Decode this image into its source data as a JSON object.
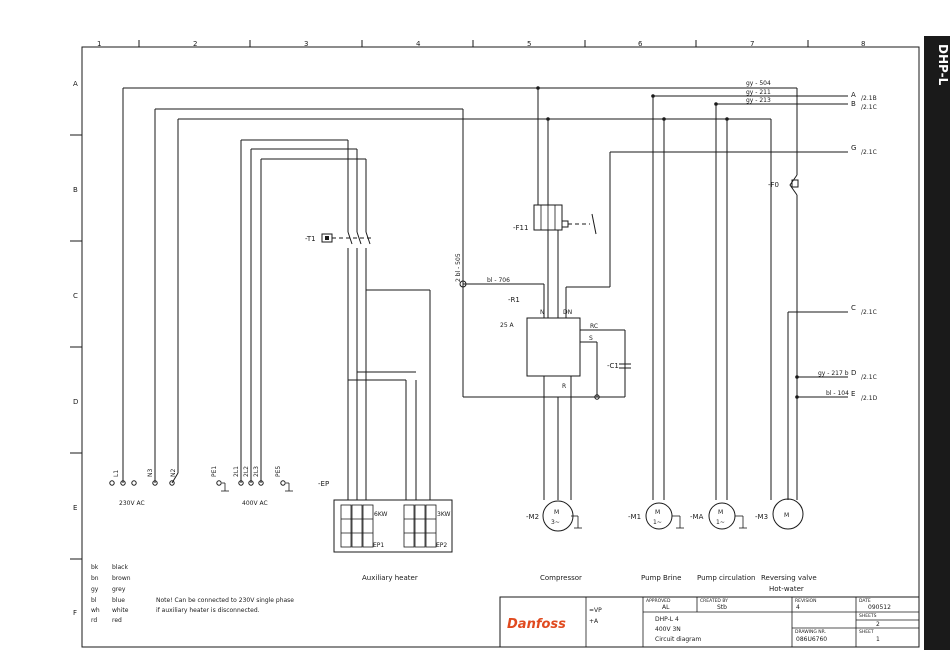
{
  "side_tab": "DHP-L",
  "grid": {
    "columns": [
      "1",
      "2",
      "3",
      "4",
      "5",
      "6",
      "7",
      "8"
    ],
    "rows": [
      "A",
      "B",
      "C",
      "D",
      "E",
      "F"
    ]
  },
  "components": {
    "T1": "-T1",
    "F11": "-F11",
    "F0": "-F0",
    "R1": "-R1",
    "C1": "-C1",
    "EP": "-EP",
    "M2": "-M2",
    "M1": "-M1",
    "MA": "-MA",
    "M3": "-M3",
    "rating": "25 A",
    "RC": "RC",
    "S": "S",
    "R": "R",
    "N": "N",
    "L1": "L1",
    "DN": "DN",
    "6kw": "6KW",
    "3kw": "3KW",
    "EP1": "EP1",
    "EP2": "EP2"
  },
  "references": {
    "A": "A",
    "A_ref": "/2.1B",
    "B": "B",
    "B_ref": "/2.1C",
    "G": "G",
    "G_ref": "/2.1C",
    "C": "C",
    "C_ref": "/2.1C",
    "D": "D",
    "D_ref": "/2.1C",
    "E": "E",
    "E_ref": "/2.1D"
  },
  "wires": {
    "gy504": "gy - 504",
    "gy211": "gy - 211",
    "gy213": "gy - 213",
    "bl706": "bl - 706",
    "bl505": "2  bl - 505",
    "gy217b": "gy - 217 b",
    "bl104": "bl - 104"
  },
  "supply": {
    "v230": "230V  AC",
    "v400": "400V  AC",
    "L1": "L1",
    "N3": "N3",
    "N2": "N2",
    "PE1": "PE1",
    "2L1": "2L1",
    "2L2": "2L2",
    "2L3": "2L3",
    "PE5": "PE5"
  },
  "sections": {
    "aux": "Auxiliary heater",
    "compressor": "Compressor",
    "brine": "Pump Brine",
    "circ": "Pump circulation",
    "valve": "Reversing valve",
    "valve2": "Hot-water"
  },
  "legend": [
    {
      "code": "bk",
      "name": "black"
    },
    {
      "code": "bn",
      "name": "brown"
    },
    {
      "code": "gy",
      "name": "grey"
    },
    {
      "code": "bl",
      "name": "blue"
    },
    {
      "code": "wh",
      "name": "white"
    },
    {
      "code": "rd",
      "name": "red"
    }
  ],
  "note": {
    "line1": "Note! Can be connected to 230V single phase",
    "line2": "if auxiliary heater is disconnected."
  },
  "title_block": {
    "logo": "Danfoss",
    "vp": "=VP",
    "a": "+A",
    "approved_label": "APPROVED",
    "approved": "AL",
    "created_label": "CREATED BY",
    "created": "Stb",
    "revision_label": "REVISION",
    "revision": "4",
    "date_label": "DATE",
    "date": "090512",
    "product": "DHP-L  4",
    "voltage": "400V 3N",
    "doc_type": "Circuit  diagram",
    "sheets_label": "SHEETS",
    "sheets": "2",
    "drawing_label": "DRAWING NR.",
    "drawing": "086U6760",
    "sheet_label": "SHEET",
    "sheet": "1"
  }
}
